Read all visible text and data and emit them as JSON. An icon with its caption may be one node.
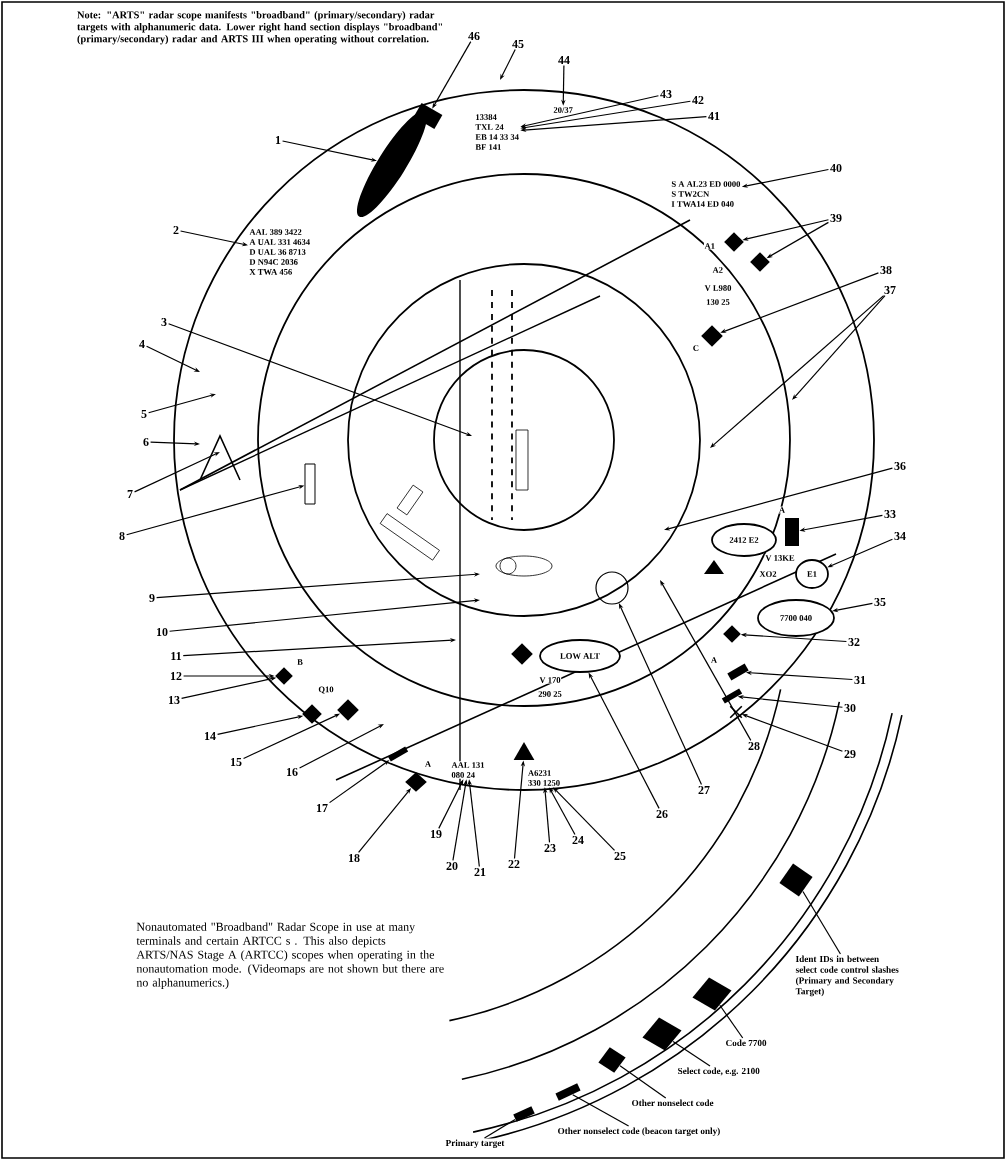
{
  "diagram": {
    "caption": "Nonautomated \"Broadband\" Radar Scope in use at many terminals and certain ARTCC s . This also depicts ARTS/NAS Stage A (ARTCC) scopes when operating in the nonautomation mode. (Videomaps are not shown but there are no alphanumerics.)",
    "nodes": [
      {
        "text": [
          "1"
        ]
      },
      {
        "text": [
          "2"
        ]
      },
      {
        "text": [
          "3"
        ]
      },
      {
        "text": [
          "4"
        ]
      },
      {
        "text": [
          "5"
        ]
      },
      {
        "text": [
          "6"
        ]
      },
      {
        "text": [
          "7"
        ]
      },
      {
        "text": [
          "8"
        ]
      },
      {
        "text": [
          "9"
        ]
      },
      {
        "text": [
          "10"
        ]
      },
      {
        "text": [
          "11"
        ]
      },
      {
        "text": [
          "12"
        ]
      },
      {
        "text": [
          "13"
        ]
      },
      {
        "text": [
          "14"
        ]
      },
      {
        "text": [
          "15"
        ]
      },
      {
        "text": [
          "16"
        ]
      },
      {
        "text": [
          "17"
        ]
      },
      {
        "text": [
          "18"
        ]
      },
      {
        "text": [
          "19"
        ]
      },
      {
        "text": [
          "20"
        ]
      },
      {
        "text": [
          "21"
        ]
      },
      {
        "text": [
          "22"
        ]
      },
      {
        "text": [
          "23"
        ]
      },
      {
        "text": [
          "24"
        ]
      },
      {
        "text": [
          "25"
        ]
      },
      {
        "text": [
          "26"
        ]
      },
      {
        "text": [
          "27"
        ]
      },
      {
        "text": [
          "28"
        ]
      },
      {
        "text": [
          "29"
        ]
      },
      {
        "text": [
          "30"
        ]
      },
      {
        "text": [
          "31"
        ]
      },
      {
        "text": [
          "32"
        ]
      },
      {
        "text": [
          "33"
        ]
      },
      {
        "text": [
          "34"
        ]
      },
      {
        "text": [
          "35"
        ]
      },
      {
        "text": [
          "36"
        ]
      },
      {
        "text": [
          "37"
        ]
      },
      {
        "text": [
          "38"
        ]
      },
      {
        "text": [
          "39"
        ]
      },
      {
        "text": [
          "40"
        ]
      },
      {
        "text": [
          "41"
        ]
      },
      {
        "text": [
          "42"
        ]
      },
      {
        "text": [
          "43"
        ]
      },
      {
        "text": [
          "44"
        ]
      },
      {
        "text": [
          "45"
        ]
      },
      {
        "text": [
          "46"
        ]
      },
      {
        "text": [
          "Ident IDs in between select code control slashes (Primary and Secondary Target)"
        ]
      },
      {
        "text": [
          "Code 7700"
        ]
      },
      {
        "text": [
          "Select code, e.g. 2100"
        ]
      },
      {
        "text": [
          "Other nonselect code"
        ]
      },
      {
        "text": [
          "Other nonselect code (beacon target only)"
        ]
      },
      {
        "text": [
          "Primary target"
        ]
      },
      {
        "text": [],
        "shape": "ellipse"
      },
      {
        "text": [
          "AAL 389 3422",
          "A UAL 331 4634",
          "D UAL 36 8713",
          "D N94C 2036",
          "X TWA 456"
        ]
      },
      {
        "text": [],
        "shape": "box"
      },
      {
        "text": [],
        "shape": "diamond"
      },
      {
        "text": [],
        "shape": "diamond"
      },
      {
        "text": [],
        "shape": "diamond"
      },
      {
        "text": [],
        "shape": "bar"
      },
      {
        "text": [],
        "shape": "diamond"
      },
      {
        "text": [
          "AAL 131",
          "080 24"
        ]
      },
      {
        "text": [],
        "shape": "triangle"
      },
      {
        "text": [
          "A6231",
          "330 1250"
        ]
      },
      {
        "text": [
          "LOW ALT"
        ],
        "beside": [
          "V 170",
          "290 25"
        ]
      },
      {
        "text": [],
        "shape": "circle"
      },
      {
        "text": [],
        "shape": "bar"
      },
      {
        "text": [],
        "shape": "bar"
      },
      {
        "text": [],
        "shape": "diamond"
      },
      {
        "text": [
          "2412 E2"
        ]
      },
      {
        "text": [],
        "shape": "bar"
      },
      {
        "text": [
          "E1"
        ]
      },
      {
        "text": [
          "7700 040"
        ]
      },
      {
        "text": [],
        "shape": "diamond"
      },
      {
        "text": [],
        "shape": "diamond"
      },
      {
        "text": [],
        "shape": "diamond"
      },
      {
        "text": [
          "S A AL23 ED 0000",
          "S TW2CN",
          "I TWA14 ED 040"
        ]
      },
      {
        "text": [
          "13384",
          "TXL 24",
          "EB 14 33 34",
          "BF 141"
        ]
      },
      {
        "text": [
          "20/37"
        ]
      },
      {
        "text": [],
        "shape": "diamond"
      },
      {
        "text": [],
        "shape": "diamond"
      },
      {
        "text": [],
        "shape": "diamond"
      },
      {
        "text": [],
        "shape": "diamond"
      },
      {
        "text": [],
        "shape": "bar"
      },
      {
        "text": [],
        "shape": "bar"
      },
      {
        "text": [],
        "shape": "cross"
      },
      {
        "text": [],
        "shape": "bar"
      },
      {
        "text": [],
        "shape": "diamond"
      }
    ],
    "edges": [
      {
        "from": 0,
        "to": 52,
        "arrow": "to"
      },
      {
        "from": 1,
        "to": 53,
        "arrow": "to"
      },
      {
        "from": 2,
        "to": null,
        "arrow": "to"
      },
      {
        "from": 3,
        "to": null,
        "arrow": "to"
      },
      {
        "from": 4,
        "to": null,
        "arrow": "to"
      },
      {
        "from": 5,
        "to": null,
        "arrow": "to"
      },
      {
        "from": 6,
        "to": null,
        "arrow": "to"
      },
      {
        "from": 7,
        "to": 54,
        "arrow": "to"
      },
      {
        "from": 8,
        "to": null,
        "arrow": "to"
      },
      {
        "from": 9,
        "to": null,
        "arrow": "to"
      },
      {
        "from": 10,
        "to": null,
        "arrow": "to"
      },
      {
        "from": 11,
        "to": 55,
        "arrow": "to"
      },
      {
        "from": 12,
        "to": 55,
        "arrow": "to"
      },
      {
        "from": 13,
        "to": 56,
        "arrow": "to"
      },
      {
        "from": 14,
        "to": 57,
        "arrow": "to"
      },
      {
        "from": 15,
        "to": null,
        "arrow": "to"
      },
      {
        "from": 16,
        "to": 58,
        "arrow": "to"
      },
      {
        "from": 17,
        "to": 59,
        "arrow": "to"
      },
      {
        "from": 18,
        "to": 60,
        "arrow": "to"
      },
      {
        "from": 19,
        "to": 60,
        "arrow": "to"
      },
      {
        "from": 20,
        "to": 60,
        "arrow": "to"
      },
      {
        "from": 21,
        "to": 61,
        "arrow": "to"
      },
      {
        "from": 22,
        "to": 62,
        "arrow": "to"
      },
      {
        "from": 23,
        "to": 62,
        "arrow": "to"
      },
      {
        "from": 24,
        "to": 62,
        "arrow": "to"
      },
      {
        "from": 25,
        "to": 63,
        "arrow": "to"
      },
      {
        "from": 26,
        "to": 64,
        "arrow": "to"
      },
      {
        "from": 27,
        "to": null,
        "arrow": "to"
      },
      {
        "from": 28,
        "to": 84,
        "arrow": "to"
      },
      {
        "from": 29,
        "to": 65,
        "arrow": "to"
      },
      {
        "from": 30,
        "to": 66,
        "arrow": "to"
      },
      {
        "from": 31,
        "to": 67,
        "arrow": "to"
      },
      {
        "from": 32,
        "to": 69,
        "arrow": "to"
      },
      {
        "from": 33,
        "to": 70,
        "arrow": "to"
      },
      {
        "from": 34,
        "to": 71,
        "arrow": "to"
      },
      {
        "from": 35,
        "to": null,
        "arrow": "to"
      },
      {
        "from": 36,
        "to": null,
        "arrow": "to"
      },
      {
        "from": 36,
        "to": null,
        "arrow": "to"
      },
      {
        "from": 37,
        "to": 72,
        "arrow": "to"
      },
      {
        "from": 38,
        "to": 73,
        "arrow": "to"
      },
      {
        "from": 38,
        "to": 74,
        "arrow": "to"
      },
      {
        "from": 39,
        "to": 75,
        "arrow": "to"
      },
      {
        "from": 40,
        "to": 76,
        "arrow": "to"
      },
      {
        "from": 41,
        "to": 76,
        "arrow": "to"
      },
      {
        "from": 42,
        "to": 76,
        "arrow": "to"
      },
      {
        "from": 43,
        "to": 77,
        "arrow": "to"
      },
      {
        "from": 44,
        "to": null,
        "arrow": "to"
      },
      {
        "from": 45,
        "to": 85,
        "arrow": "to"
      },
      {
        "from": 46,
        "to": 78,
        "arrow": "none"
      },
      {
        "from": 47,
        "to": 79,
        "arrow": "none"
      },
      {
        "from": 48,
        "to": 80,
        "arrow": "none"
      },
      {
        "from": 49,
        "to": 81,
        "arrow": "none"
      },
      {
        "from": 50,
        "to": 82,
        "arrow": "none"
      },
      {
        "from": 51,
        "to": 83,
        "arrow": "none"
      }
    ],
    "labels": [
      "Note: \"ARTS\" radar scope manifests \"broadband\" (primary/secondary) radar targets with alphanumeric data. Lower right hand section displays \"broadband\" (primary/secondary) radar and ARTS III when operating without correlation.",
      "A1",
      "A2",
      "V L980",
      "130 25",
      "C",
      "A",
      "V 13KE",
      "XO2",
      "A",
      "A",
      "Q10",
      "B"
    ]
  }
}
